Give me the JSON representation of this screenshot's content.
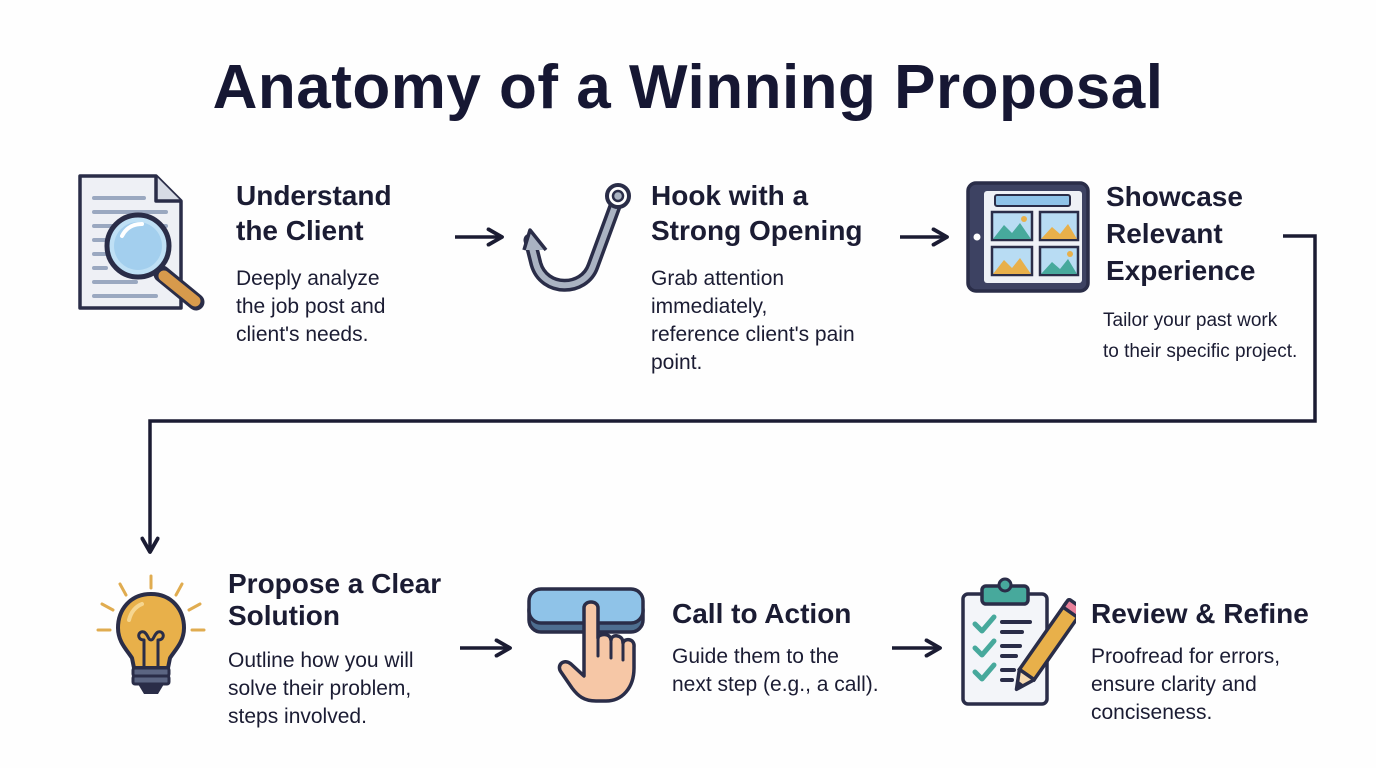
{
  "title": "Anatomy of a Winning Proposal",
  "steps": [
    {
      "icon": "magnifier-document-icon",
      "heading": "Understand\nthe Client",
      "description": "Deeply analyze\nthe job post and\nclient's needs."
    },
    {
      "icon": "fishing-hook-icon",
      "heading": "Hook with a\nStrong Opening",
      "description": "Grab attention\nimmediately,\nreference client's pain\npoint."
    },
    {
      "icon": "portfolio-gallery-icon",
      "heading": "Showcase\nRelevant\nExperience",
      "description": "Tailor your past work\nto their specific project."
    },
    {
      "icon": "lightbulb-icon",
      "heading": "Propose a Clear\nSolution",
      "description": "Outline how you will\nsolve their problem,\nsteps involved."
    },
    {
      "icon": "hand-pressing-button-icon",
      "heading": "Call to Action",
      "description": "Guide them to the\nnext step (e.g., a call)."
    },
    {
      "icon": "checklist-pencil-icon",
      "heading": "Review & Refine",
      "description": "Proofread for errors,\nensure clarity and\nconciseness."
    }
  ],
  "colors": {
    "text": "#1b1c33",
    "outline": "#2a2d48",
    "blue": "#8fc3e8",
    "teal": "#47a99c",
    "gold": "#e8b04a",
    "skin": "#f6c7a6"
  }
}
